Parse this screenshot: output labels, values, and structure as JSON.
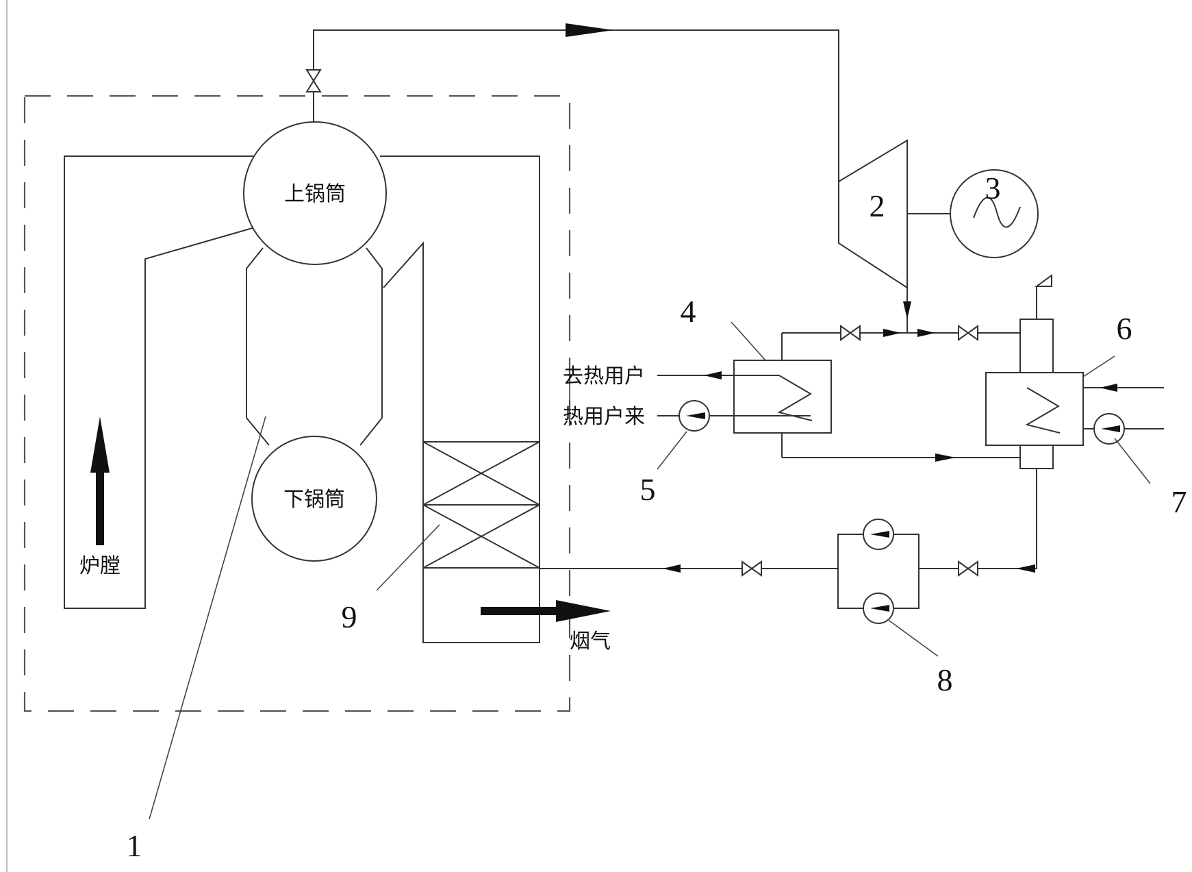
{
  "labels": {
    "upper_drum": "上锅筒",
    "lower_drum": "下锅筒",
    "furnace": "炉膛",
    "flue_gas": "烟气",
    "to_heat_user": "去热用户",
    "from_heat_user": "热用户来"
  },
  "numbers": {
    "n1": "1",
    "n2": "2",
    "n3": "3",
    "n4": "4",
    "n5": "5",
    "n6": "6",
    "n7": "7",
    "n8": "8",
    "n9": "9"
  }
}
